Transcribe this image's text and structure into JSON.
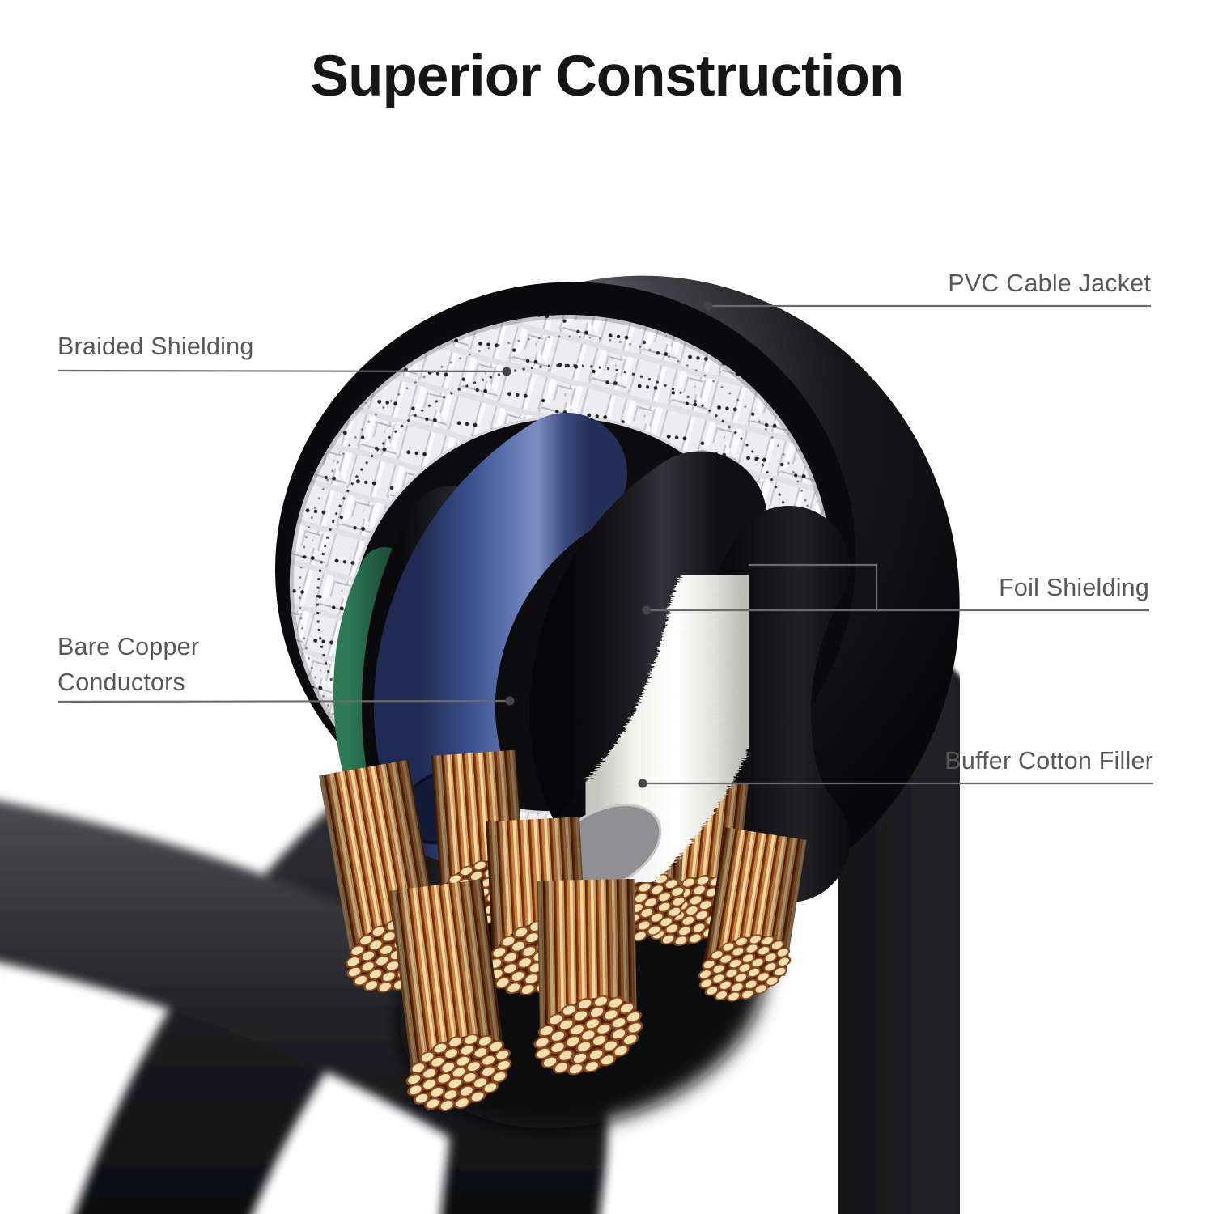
{
  "title": "Superior Construction",
  "callouts": {
    "pvc_cable_jacket": {
      "label": "PVC Cable Jacket"
    },
    "braided_shielding": {
      "label": "Braided Shielding"
    },
    "foil_shielding": {
      "label": "Foil Shielding"
    },
    "bare_copper_conductors": {
      "label_line1": "Bare Copper",
      "label_line2": "Conductors"
    },
    "buffer_cotton_filler": {
      "label": "Buffer Cotton Filler"
    }
  },
  "ui": {
    "background_color": "#ffffff",
    "title_color": "#161616",
    "label_color": "#58585b",
    "leader_line_color": "#6b6b6e",
    "leader_dot_color": "#454548"
  },
  "parts": {
    "pvc_jacket_color": "#0a0a0c",
    "jacket_sheen_color": "#a8a8ae",
    "braided_shield_color": "#ededf0",
    "foil_shield_color": "#0c0c0e",
    "copper_conductor_color": "#c8803c",
    "copper_highlight_color": "#f4d9a6",
    "cotton_filler_color": "#ffffff",
    "cotton_end_color": "#909093",
    "wire_blue_color": "#44599b",
    "wire_green_color": "#266248",
    "wire_black_color": "#141418"
  }
}
